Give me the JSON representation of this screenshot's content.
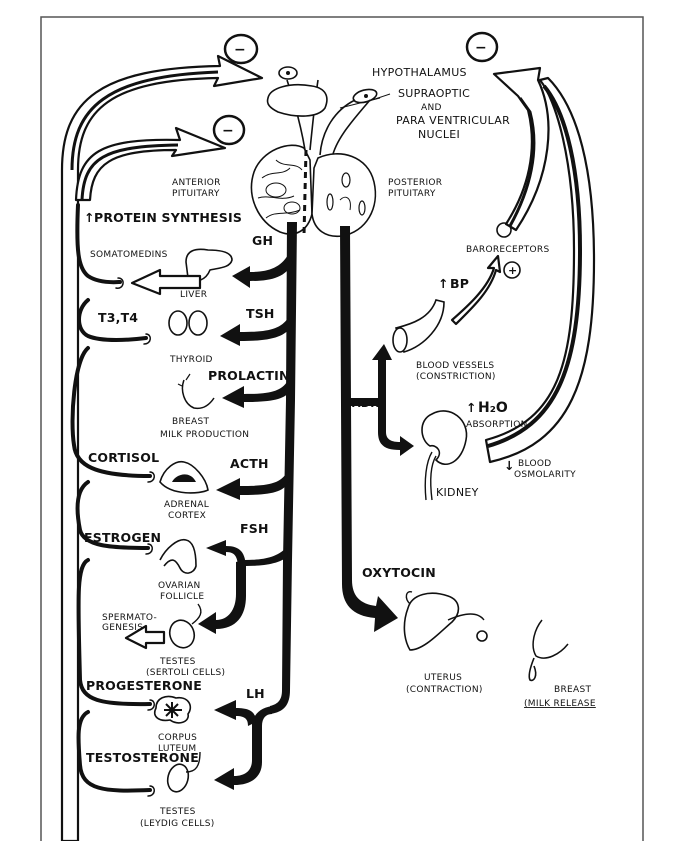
{
  "title": "Pituitary hormone pathways and feedback",
  "hypothalamus": {
    "label": "Hypothalamus",
    "nuclei_line1": "Supraoptic",
    "nuclei_line2": "and",
    "nuclei_line3": "Para ventricular",
    "nuclei_line4": "Nuclei"
  },
  "pituitary": {
    "anterior_line1": "Anterior",
    "anterior_line2": "Pituitary",
    "posterior_line1": "Posterior",
    "posterior_line2": "Pituitary"
  },
  "feedback": {
    "negative_symbol": "−",
    "positive_symbol": "+"
  },
  "anterior_hormones": [
    {
      "hormone": "GH",
      "target": "Liver",
      "target2": "",
      "effect": "Protein Synthesis",
      "effect_arrow": "↑",
      "mediator": "Somatomedins"
    },
    {
      "hormone": "TSH",
      "target": "Thyroid",
      "target2": "",
      "effect": "T3,T4"
    },
    {
      "hormone": "Prolactin",
      "target": "Breast",
      "target2": "Milk Production"
    },
    {
      "hormone": "ACTH",
      "target": "Adrenal",
      "target2": "Cortex",
      "effect": "Cortisol"
    },
    {
      "hormone": "FSH",
      "target": "Ovarian",
      "target2": "Follicle",
      "effect": "Estrogen"
    },
    {
      "hormone": "",
      "target": "Testes",
      "target2": "(Sertoli cells)",
      "effect_line1": "Spermato-",
      "effect_line2": "genesis"
    },
    {
      "hormone": "LH",
      "target": "Corpus",
      "target2": "Luteum",
      "effect": "Progesterone"
    },
    {
      "hormone": "",
      "target": "Testes",
      "target2": "(Leydig cells)",
      "effect": "Testosterone"
    }
  ],
  "posterior": {
    "adh": "ADH",
    "blood_vessels_line1": "Blood vessels",
    "blood_vessels_line2": "(constriction)",
    "bp": "BP",
    "bp_arrow": "↑",
    "baroreceptors": "Baroreceptors",
    "h2o": "H₂O",
    "h2o_arrow": "↑",
    "absorption": "Absorption",
    "kidney": "Kidney",
    "osmolarity_arrow": "↓",
    "osmolarity_line1": "Blood",
    "osmolarity_line2": "osmolarity",
    "oxytocin": "Oxytocin",
    "uterus_line1": "Uterus",
    "uterus_line2": "(contraction)",
    "breast_line1": "Breast",
    "breast_line2": "(Milk release"
  }
}
